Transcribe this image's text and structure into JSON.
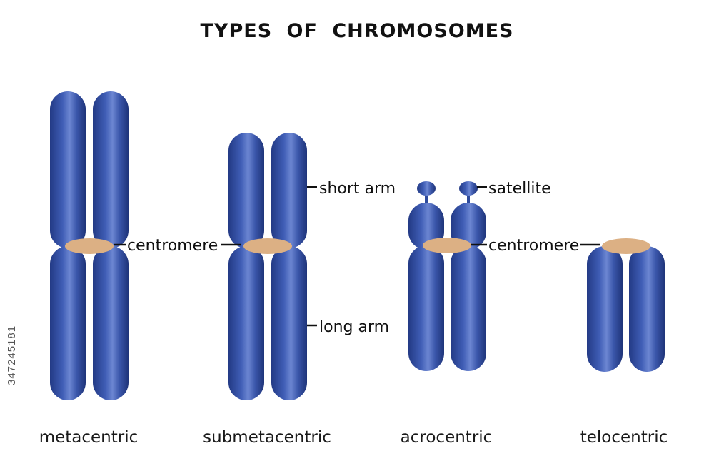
{
  "title": "TYPES  OF  CHROMOSOMES",
  "colors": {
    "chromatid": "#2e4a9c",
    "centromere": "#dcb084",
    "label_line": "#111111"
  },
  "labels": {
    "centromere_left": "centromere",
    "short_arm": "short arm",
    "long_arm": "long arm",
    "satellite": "satellite",
    "centromere_right": "centromere"
  },
  "types": [
    {
      "name": "metacentric"
    },
    {
      "name": "submetacentric"
    },
    {
      "name": "acrocentric"
    },
    {
      "name": "telocentric"
    }
  ],
  "stock_id": "347245181"
}
